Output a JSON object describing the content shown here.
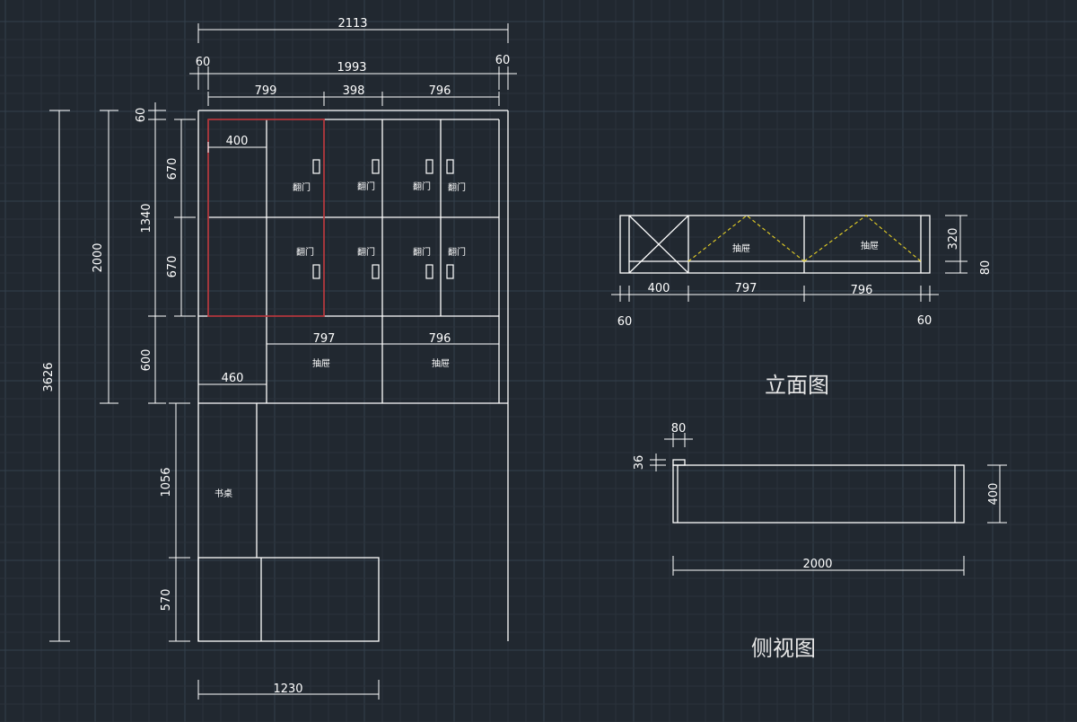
{
  "colors": {
    "background": "#212830",
    "line": "#ffffff",
    "selection": "#b32b30",
    "dashed_guide": "#e8d226"
  },
  "front_view": {
    "dims": {
      "overall_width": "2113",
      "inner_width": "1993",
      "side_left": "60",
      "side_right": "60",
      "seg_799": "799",
      "seg_398": "398",
      "seg_796": "796",
      "sub_400": "400",
      "top_60": "60",
      "row_670_upper": "670",
      "row_670_lower": "670",
      "upper_total": "1340",
      "cabinet_height": "2000",
      "total_height": "3626",
      "drawer_row": "600",
      "drawer_w_797": "797",
      "drawer_w_796": "796",
      "desk_w_460": "460",
      "desk_h_1056": "1056",
      "base_h_570": "570",
      "base_w_1230": "1230"
    },
    "labels": {
      "flip_door": "翻门",
      "drawer": "抽屉",
      "desk": "书桌"
    }
  },
  "elevation_view": {
    "title": "立面图",
    "dims": {
      "w_400": "400",
      "w_797": "797",
      "w_796": "796",
      "side_left": "60",
      "side_right": "60",
      "h_320": "320",
      "h_80": "80"
    },
    "labels": {
      "drawer": "抽屉"
    }
  },
  "side_view": {
    "title": "侧视图",
    "dims": {
      "w_80": "80",
      "h_36": "36",
      "depth_400": "400",
      "length_2000": "2000"
    }
  }
}
